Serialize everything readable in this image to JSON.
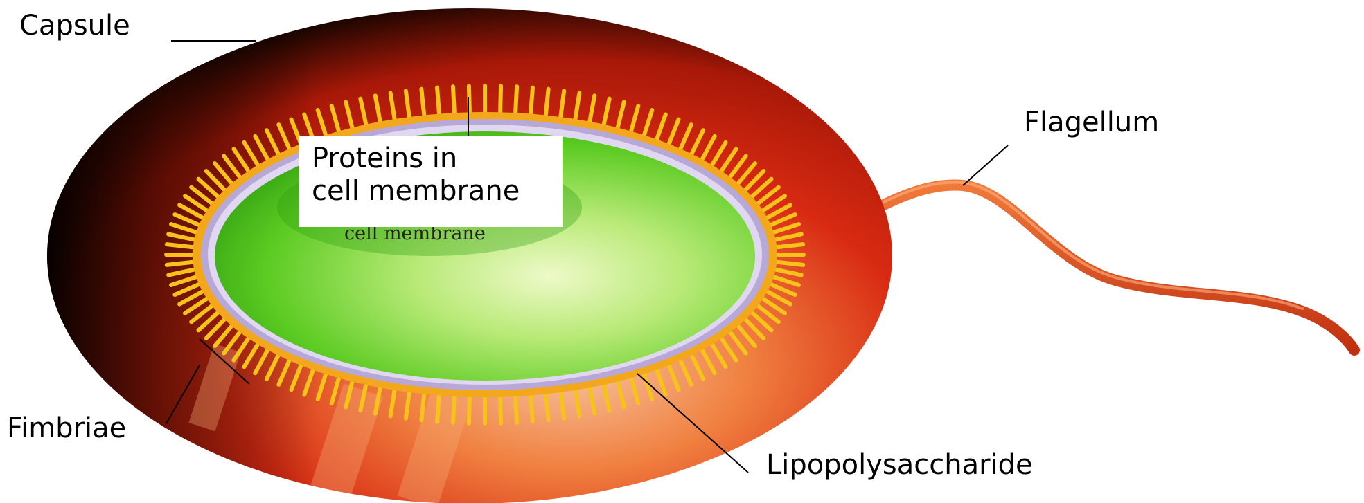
{
  "labels": {
    "capsule": "Capsule",
    "flagellum": "Flagellum",
    "proteins_line1": "Proteins in",
    "proteins_line2": "cell membrane",
    "fimbriae": "Fimbriae",
    "lipopolysaccharide": "Lipopolysaccharide",
    "scan_text": "cell membrane"
  },
  "colors": {
    "capsule_red": "#d62a10",
    "capsule_dark": "#1a0500",
    "capsule_light": "#f2a080",
    "fimbriae_yellow": "#f7c21a",
    "membrane_lilac": "#b8a8d8",
    "cytoplasm_green": "#4fc41a",
    "cytoplasm_light": "#d6f5a8",
    "flagellum_orange": "#d9481a"
  }
}
